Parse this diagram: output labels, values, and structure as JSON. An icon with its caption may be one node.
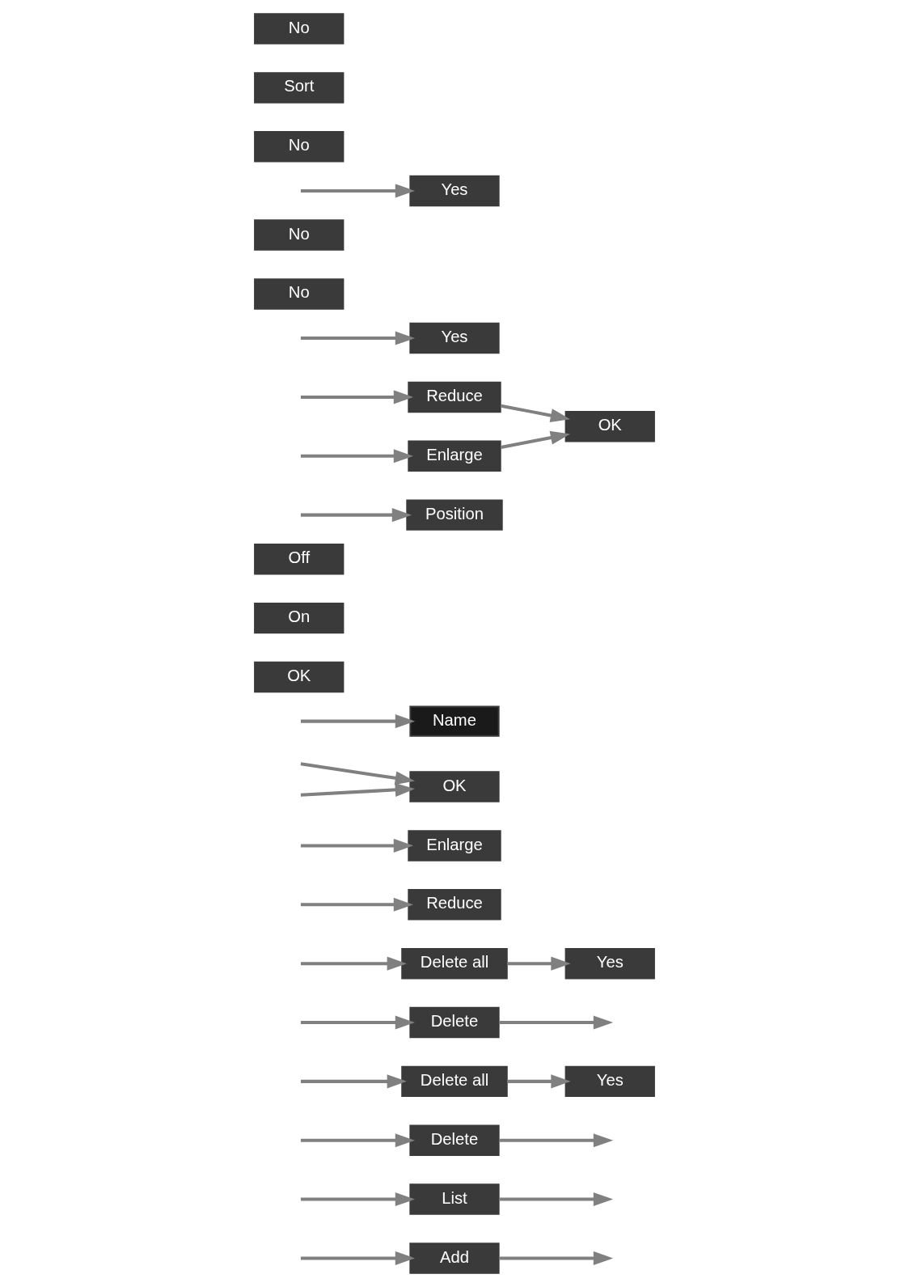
{
  "diagram": {
    "nodes": [
      {
        "text": [
          "Add"
        ]
      },
      {
        "text": [
          "List"
        ]
      },
      {
        "text": [
          "Delete"
        ]
      },
      {
        "text": [
          "Delete all"
        ]
      },
      {
        "text": [
          "Delete"
        ]
      },
      {
        "text": [
          "Delete all"
        ]
      },
      {
        "text": [
          "Reduce"
        ]
      },
      {
        "text": [
          "Enlarge"
        ]
      },
      {
        "text": [
          "OK"
        ]
      },
      {
        "text": [
          "Name"
        ]
      },
      {
        "text": [
          "OK"
        ]
      },
      {
        "text": [
          "On"
        ]
      },
      {
        "text": [
          "Off"
        ]
      },
      {
        "text": [
          "Position"
        ]
      },
      {
        "text": [
          "Enlarge"
        ]
      },
      {
        "text": [
          "Reduce"
        ]
      },
      {
        "text": [
          "OK"
        ]
      },
      {
        "text": [
          "Yes"
        ]
      },
      {
        "text": [
          "No"
        ]
      },
      {
        "text": [
          "Yes"
        ]
      },
      {
        "text": [
          "No"
        ]
      },
      {
        "text": [
          "Yes"
        ]
      },
      {
        "text": [
          "No"
        ]
      },
      {
        "text": [
          "Sort"
        ]
      },
      {
        "text": [
          "Yes"
        ]
      },
      {
        "text": [
          "No"
        ]
      }
    ],
    "edges": [
      {
        "from": null,
        "to": 0,
        "arrow": "to"
      },
      {
        "from": null,
        "to": 1,
        "arrow": "to"
      },
      {
        "from": null,
        "to": 2,
        "arrow": "to"
      },
      {
        "from": null,
        "to": 3,
        "arrow": "to"
      },
      {
        "from": 0,
        "to": null,
        "arrow": "to"
      },
      {
        "from": null,
        "to": 6,
        "arrow": "to"
      },
      {
        "from": null,
        "to": 7,
        "arrow": "to"
      },
      {
        "from": null,
        "to": 8,
        "arrow": "to"
      },
      {
        "from": null,
        "to": 8,
        "arrow": "to"
      },
      {
        "from": 1,
        "to": null,
        "arrow": "to"
      },
      {
        "from": null,
        "to": 9,
        "arrow": "to"
      },
      {
        "from": null,
        "to": 13,
        "arrow": "to"
      },
      {
        "from": null,
        "to": 14,
        "arrow": "to"
      },
      {
        "from": null,
        "to": 15,
        "arrow": "to"
      },
      {
        "from": 14,
        "to": 16,
        "arrow": "to"
      },
      {
        "from": 15,
        "to": 16,
        "arrow": "to"
      },
      {
        "from": 2,
        "to": null,
        "arrow": "to"
      },
      {
        "from": null,
        "to": 17,
        "arrow": "to"
      },
      {
        "from": 3,
        "to": 19,
        "arrow": "to"
      },
      {
        "from": null,
        "to": 4,
        "arrow": "to"
      },
      {
        "from": null,
        "to": 5,
        "arrow": "to"
      },
      {
        "from": 4,
        "to": null,
        "arrow": "to"
      },
      {
        "from": null,
        "to": 21,
        "arrow": "to"
      },
      {
        "from": 5,
        "to": 24,
        "arrow": "to"
      }
    ]
  }
}
